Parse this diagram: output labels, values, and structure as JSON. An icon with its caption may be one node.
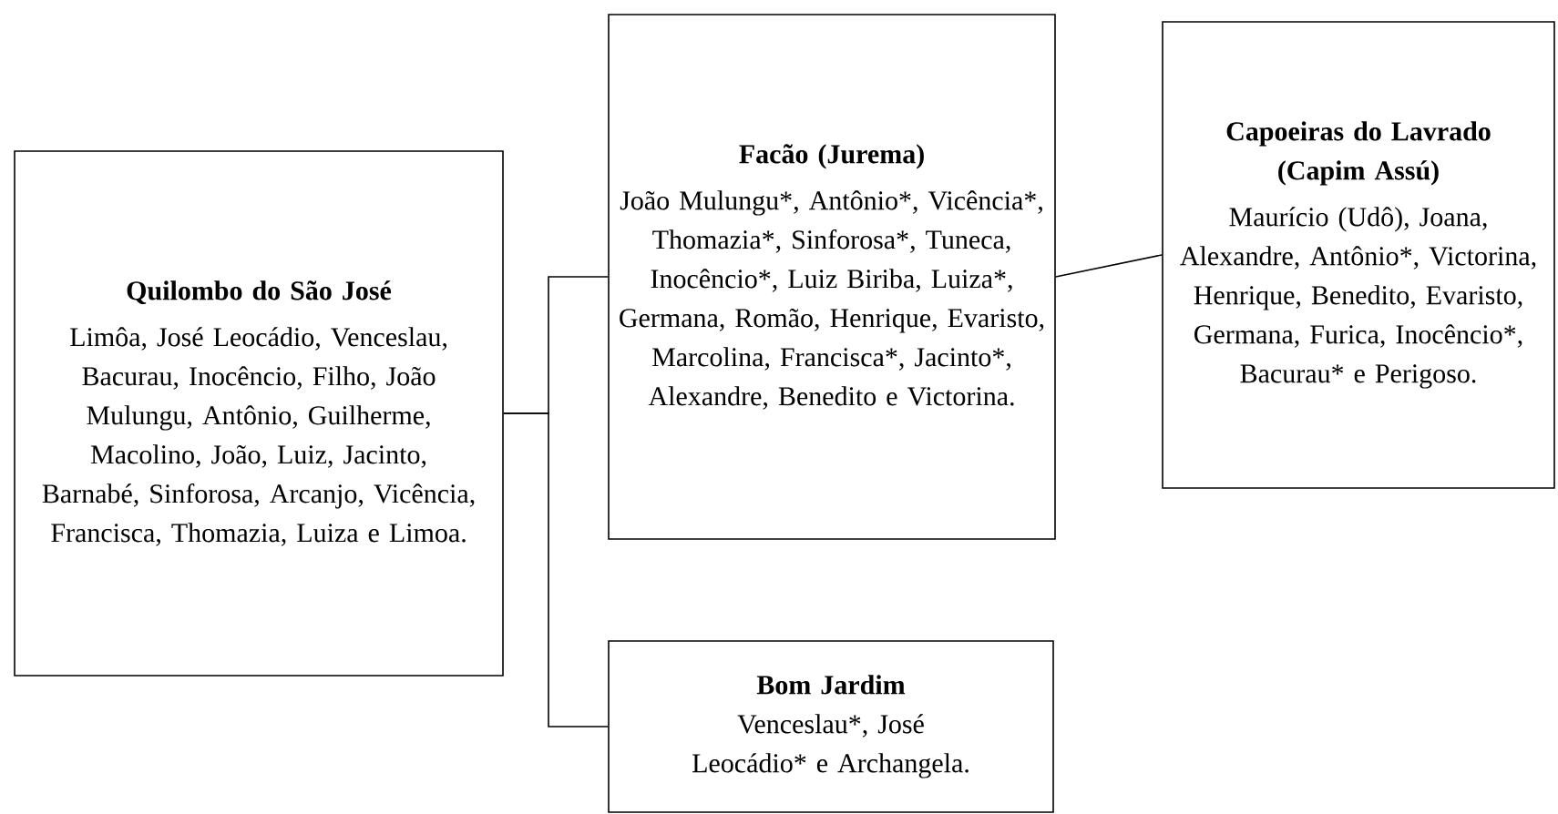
{
  "diagram": {
    "nodes": [
      {
        "text": [
          "Quilombo do São José",
          "Limôa, José Leocádio, Venceslau, Bacurau, Inocêncio, Filho, João Mulungu, Antônio, Guilherme, Macolino, João, Luiz, Jacinto, Barnabé, Sinforosa, Arcanjo, Vicência, Francisca, Thomazia, Luiza e Limoa."
        ]
      },
      {
        "text": [
          "Facão (Jurema)",
          "João Mulungu*, Antônio*, Vicência*, Thomazia*, Sinforosa*, Tuneca, Inocêncio*, Luiz Biriba, Luiza*, Germana, Romão, Henrique, Evaristo, Marcolina, Francisca*, Jacinto*, Alexandre, Benedito e Victorina."
        ]
      },
      {
        "text": [
          "Capoeiras do Lavrado (Capim Assú)",
          "Maurício (Udô), Joana, Alexandre, Antônio*, Victorina, Henrique, Benedito, Evaristo, Germana,  Furica, Inocêncio*, Bacurau* e Perigoso."
        ]
      },
      {
        "text": [
          "Bom Jardim",
          "Venceslau*, José Leocádio* e Archangela."
        ]
      }
    ],
    "edges": [
      {
        "from": 0,
        "to": 1,
        "arrow": "none"
      },
      {
        "from": 0,
        "to": 3,
        "arrow": "none"
      },
      {
        "from": 1,
        "to": 2,
        "arrow": "none"
      }
    ]
  }
}
